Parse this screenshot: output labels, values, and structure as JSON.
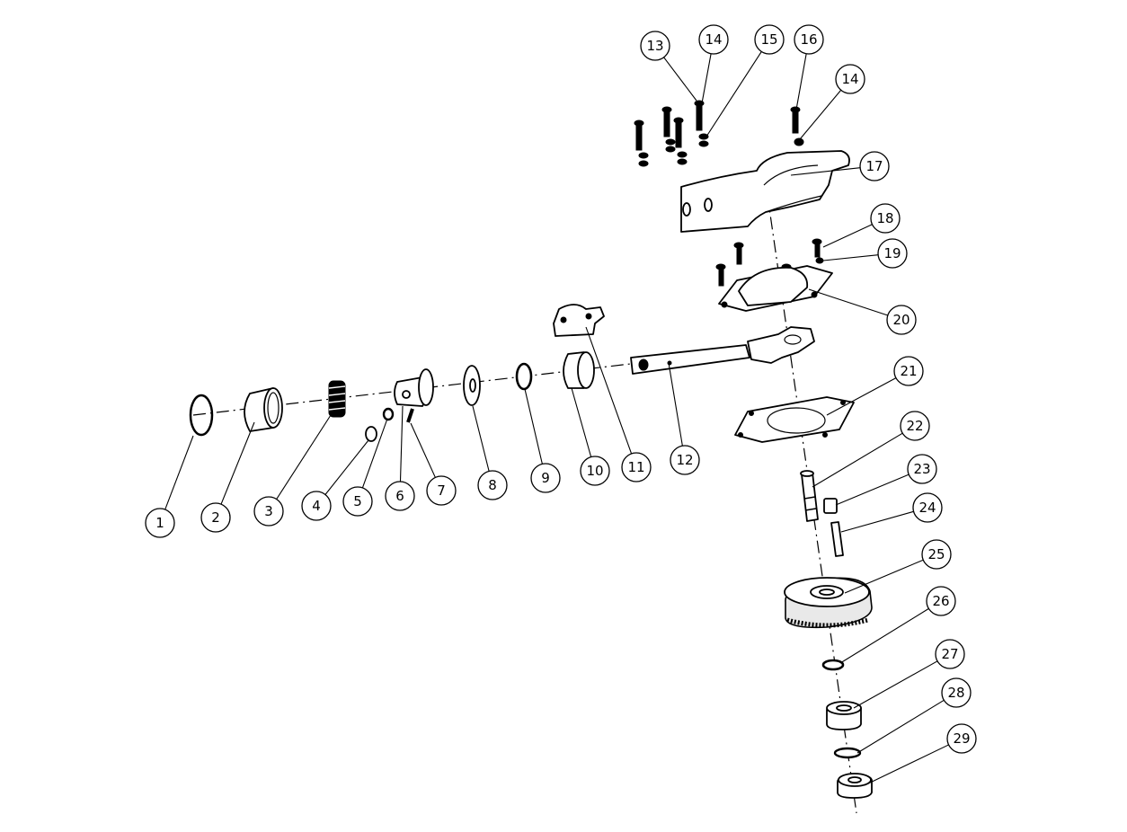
{
  "callouts": [
    {
      "num": "1"
    },
    {
      "num": "2"
    },
    {
      "num": "3"
    },
    {
      "num": "4"
    },
    {
      "num": "5"
    },
    {
      "num": "6"
    },
    {
      "num": "7"
    },
    {
      "num": "8"
    },
    {
      "num": "9"
    },
    {
      "num": "10"
    },
    {
      "num": "11"
    },
    {
      "num": "12"
    },
    {
      "num": "13"
    },
    {
      "num": "14"
    },
    {
      "num": "15"
    },
    {
      "num": "16"
    },
    {
      "num": "14"
    },
    {
      "num": "17"
    },
    {
      "num": "18"
    },
    {
      "num": "19"
    },
    {
      "num": "20"
    },
    {
      "num": "21"
    },
    {
      "num": "22"
    },
    {
      "num": "23"
    },
    {
      "num": "24"
    },
    {
      "num": "25"
    },
    {
      "num": "26"
    },
    {
      "num": "27"
    },
    {
      "num": "28"
    },
    {
      "num": "29"
    }
  ],
  "colors": {
    "line": "#000000",
    "background": "#ffffff"
  }
}
